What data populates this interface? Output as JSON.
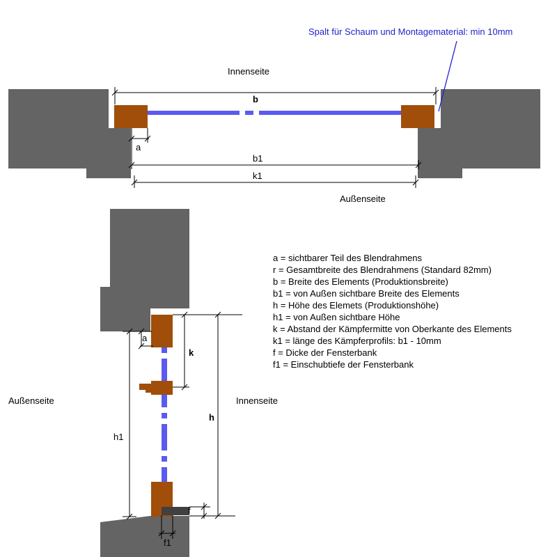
{
  "colors": {
    "wall": "#646464",
    "frame": "#a04e0a",
    "glass": "#5a5af0",
    "sill": "#404040",
    "annotation": "#2222cc"
  },
  "top": {
    "annotation": "Spalt für Schaum und Montagematerial: min 10mm",
    "inside_label": "Innenseite",
    "outside_label": "Außenseite",
    "dims": {
      "b": "b",
      "a": "a",
      "b1": "b1",
      "k1": "k1"
    }
  },
  "bottom": {
    "outside_label": "Außenseite",
    "inside_label": "Innenseite",
    "dims": {
      "a": "a",
      "k": "k",
      "h1": "h1",
      "h": "h",
      "f": "f",
      "f1": "f1"
    }
  },
  "legend": [
    "a = sichtbarer Teil des Blendrahmens",
    "r = Gesamtbreite des Blendrahmens (Standard 82mm)",
    "b = Breite des Elements (Produktionsbreite)",
    "b1 = von Außen sichtbare Breite des Elements",
    "h = Höhe des Elemets (Produktionshöhe)",
    "h1 = von Außen sichtbare Höhe",
    "k = Abstand der Kämpfermitte von Oberkante des Elements",
    "k1 = länge des Kämpferprofils: b1 - 10mm",
    "f = Dicke der Fensterbank",
    "f1 = Einschubtiefe der Fensterbank"
  ]
}
